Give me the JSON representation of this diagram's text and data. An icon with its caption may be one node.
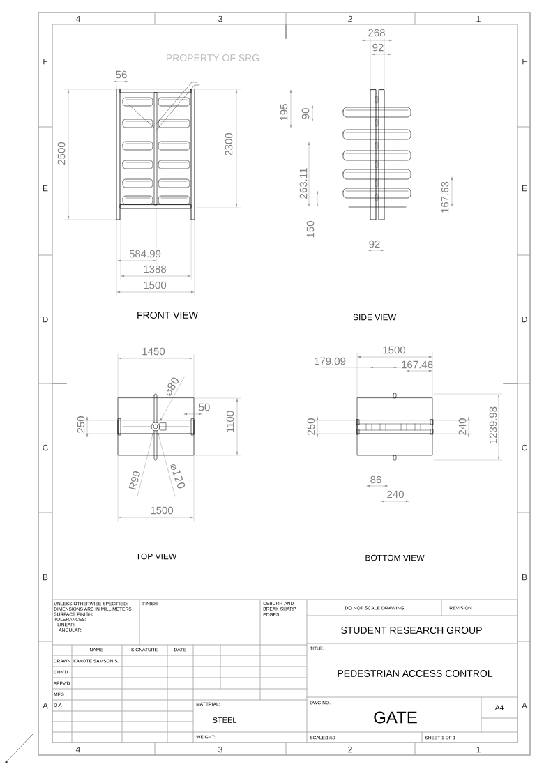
{
  "diagram": {
    "labels": [
      "4",
      "3",
      "2",
      "1",
      "268",
      "92",
      "PROPERTY OF SRG",
      "F",
      "F",
      "56",
      "195",
      "90",
      "2500",
      "2300",
      "263.11",
      "E",
      "E",
      "167.63",
      "150",
      "92",
      "584.99",
      "1388",
      "1500",
      "D",
      "FRONT VIEW",
      "SIDE VIEW",
      "D",
      "1450",
      "1500",
      "179.09",
      "167.46",
      "⌀80",
      "50",
      "250",
      "1100",
      "250",
      "240",
      "1239.98",
      "C",
      "C",
      "R99",
      "⌀120",
      "86",
      "240",
      "1500",
      "TOP VIEW",
      "BOTTOM VIEW",
      "B",
      "B",
      "UNLESS OTHERWISE SPECIFIED:",
      "DIMENSIONS ARE IN MILLIMETERS",
      "SURFACE FINISH:",
      "TOLERANCES:",
      "LINEAR:",
      "ANGULAR:",
      "FINISH:",
      "DEBURR AND BREAK SHARP EDGES",
      "DO NOT SCALE DRAWING",
      "REVISION",
      "STUDENT RESEARCH GROUP",
      "NAME",
      "SIGNATURE",
      "DATE",
      "TITLE:",
      "DRAWN",
      "KAKOTE SAMSON S.",
      "CHK'D",
      "PEDESTRIAN ACCESS CONTROL",
      "APPV'D",
      "MFG",
      "A",
      "Q.A",
      "MATERIAL:",
      "DWG NO.",
      "A4",
      "A",
      "GATE",
      "STEEL",
      "WEIGHT:",
      "SCALE:1:50",
      "SHEET 1 OF 1",
      "4",
      "3",
      "2",
      "1"
    ]
  }
}
